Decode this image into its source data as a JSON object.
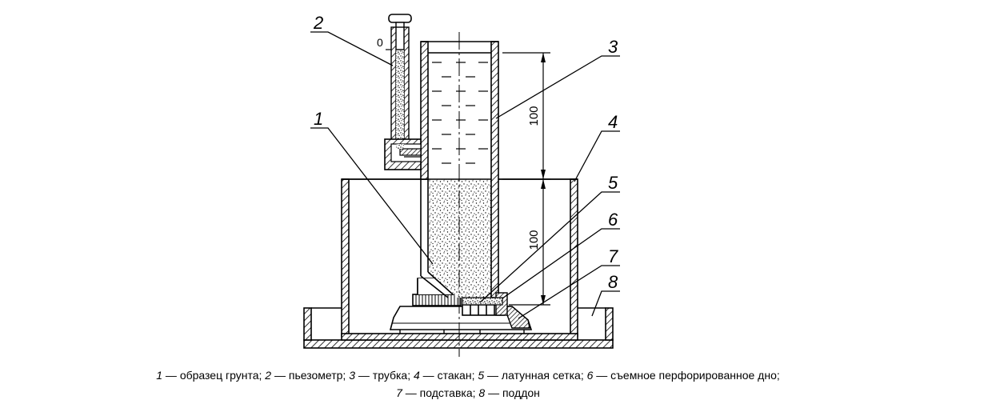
{
  "labels": {
    "n1": "1",
    "n2": "2",
    "n3": "3",
    "n4": "4",
    "n5": "5",
    "n6": "6",
    "n7": "7",
    "n8": "8"
  },
  "dimensions": {
    "upper": "100",
    "lower": "100"
  },
  "piezometer_zero": "0",
  "caption": {
    "line1": [
      {
        "num": "1",
        "text": " — образец грунта; "
      },
      {
        "num": "2",
        "text": " — пьезометр; "
      },
      {
        "num": "3",
        "text": " — трубка; "
      },
      {
        "num": "4",
        "text": " — стакан; "
      },
      {
        "num": "5",
        "text": " — латунная сетка; "
      },
      {
        "num": "6",
        "text": " — съемное перфорированное дно;"
      }
    ],
    "line2": [
      {
        "num": "7",
        "text": " — подставка; "
      },
      {
        "num": "8",
        "text": " — поддон"
      }
    ]
  }
}
